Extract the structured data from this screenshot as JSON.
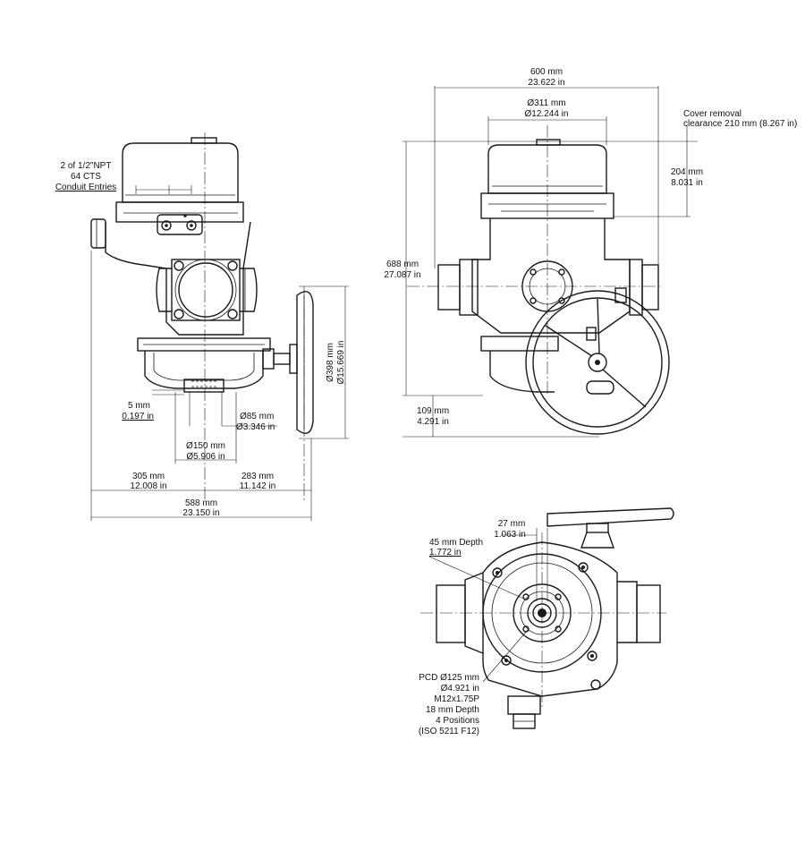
{
  "side_view": {
    "conduit": [
      "2 of 1/2\"NPT",
      "64 CTS",
      "Conduit Entries"
    ],
    "offset_mm": "5 mm",
    "offset_in": "0.197 in",
    "d85_mm": "Ø85 mm",
    "d85_in": "Ø3.346 in",
    "d150_mm": "Ø150 mm",
    "d150_in": "Ø5.906 in",
    "left_mm": "305 mm",
    "left_in": "12.008 in",
    "right_mm": "283 mm",
    "right_in": "11.142 in",
    "total_mm": "588 mm",
    "total_in": "23.150 in",
    "handwheel_mm": "Ø398 mm",
    "handwheel_in": "Ø15.669 in"
  },
  "front_view": {
    "width_mm": "600 mm",
    "width_in": "23.622 in",
    "cover_mm": "Ø311 mm",
    "cover_in": "Ø12.244 in",
    "removal_l1": "Cover removal",
    "removal_l2": "clearance 210 mm (8.267 in)",
    "cover_h_mm": "204 mm",
    "cover_h_in": "8.031 in",
    "height_mm": "688 mm",
    "height_in": "27.087 in",
    "base_mm": "109 mm",
    "base_in": "4.291 in"
  },
  "bottom_view": {
    "dim27_mm": "27 mm",
    "dim27_in": "1.063 in",
    "depth_mm": "45 mm Depth",
    "depth_in": "1.772 in",
    "pcd": [
      "PCD Ø125 mm",
      "Ø4.921 in",
      "M12x1.75P",
      "18 mm Depth",
      "4 Positions",
      "(ISO 5211 F12)"
    ]
  }
}
